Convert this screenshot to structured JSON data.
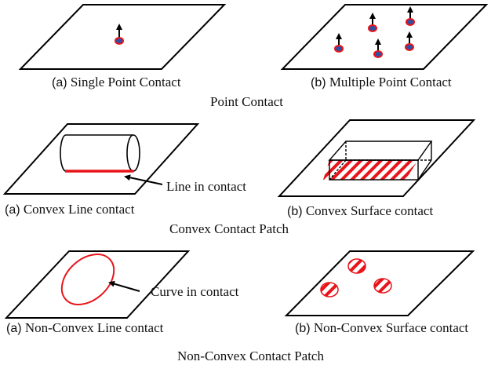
{
  "panels": {
    "point_single": {
      "prefix": "(a)",
      "label": "Single Point Contact"
    },
    "point_multiple": {
      "prefix": "(b)",
      "label": "Multiple Point Contact"
    },
    "convex_line": {
      "prefix": "(a)",
      "label": "Convex Line contact"
    },
    "convex_surface": {
      "prefix": "(b)",
      "label": "Convex Surface contact"
    },
    "nonconvex_line": {
      "prefix": "(a)",
      "label": "Non-Convex Line contact"
    },
    "nonconvex_surface": {
      "prefix": "(b)",
      "label": "Non-Convex Surface contact"
    }
  },
  "sections": {
    "point": "Point Contact",
    "convex": "Convex Contact Patch",
    "nonconvex": "Non-Convex Contact Patch"
  },
  "annotations": {
    "line": "Line in contact",
    "curve": "Curve in contact"
  },
  "colors": {
    "outline": "#000000",
    "contact": "#e8141a",
    "point_fill": "#2f4fa3"
  }
}
